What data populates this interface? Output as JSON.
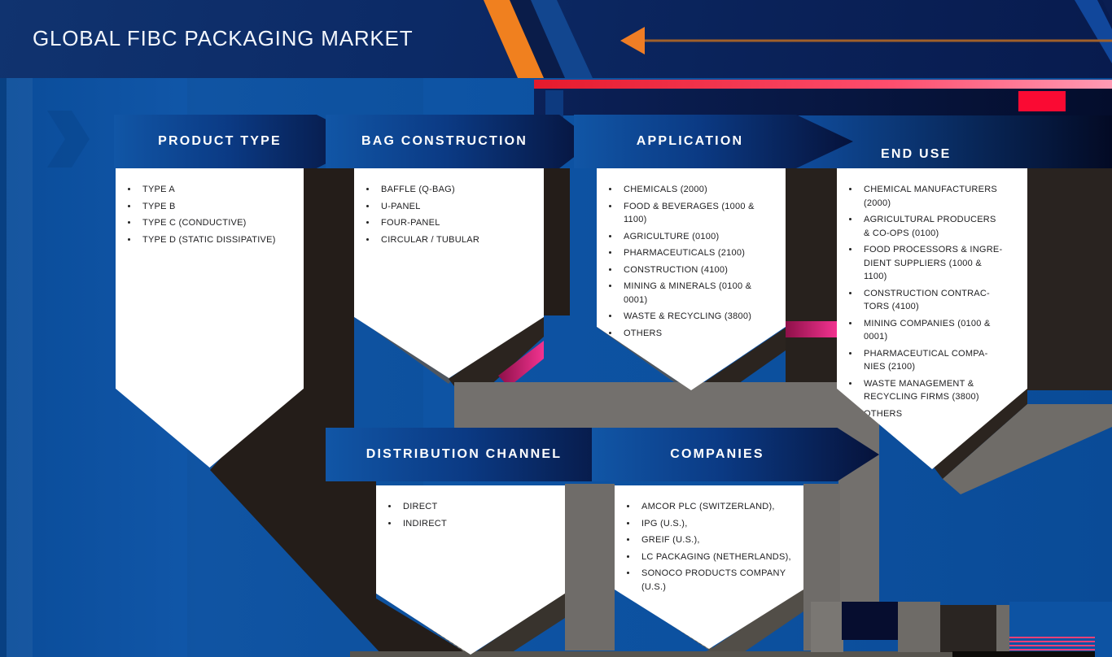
{
  "header": {
    "title": "GLOBAL FIBC PACKAGING MARKET"
  },
  "sections": {
    "product_type": {
      "title": "PRODUCT TYPE",
      "items": [
        "TYPE A",
        "TYPE B",
        "TYPE C (CONDUCTIVE)",
        "TYPE D (STATIC DISSIPATIVE)"
      ]
    },
    "bag_construction": {
      "title": "BAG CONSTRUCTION",
      "items": [
        "BAFFLE (Q-BAG)",
        "U-PANEL",
        "FOUR-PANEL",
        "CIRCULAR / TUBULAR"
      ]
    },
    "application": {
      "title": "APPLICATION",
      "items": [
        "CHEMICALS (2000)",
        "FOOD & BEVERAGES (1000 &\n1100)",
        "AGRICULTURE (0100)",
        "PHARMACEUTICALS (2100)",
        "CONSTRUCTION (4100)",
        "MINING & MINERALS (0100 &\n0001)",
        "WASTE & RECYCLING (3800)",
        "OTHERS"
      ]
    },
    "end_use": {
      "title": "END USE",
      "items": [
        "CHEMICAL MANUFACTURERS\n(2000)",
        "AGRICULTURAL PRODUCERS\n& CO-OPS (0100)",
        "FOOD PROCESSORS & INGRE-\nDIENT SUPPLIERS (1000 &\n1100)",
        "CONSTRUCTION CONTRAC-\nTORS (4100)",
        "MINING COMPANIES (0100 &\n0001)",
        "PHARMACEUTICAL COMPA-\nNIES (2100)",
        "WASTE MANAGEMENT &\nRECYCLING FIRMS (3800)",
        "OTHERS"
      ]
    },
    "distribution_channel": {
      "title": "DISTRIBUTION CHANNEL",
      "items": [
        "DIRECT",
        "INDIRECT"
      ]
    },
    "companies": {
      "title": "COMPANIES",
      "items": [
        "AMCOR PLC (SWITZERLAND),",
        "IPG (U.S.),",
        " GREIF (U.S.),",
        "LC PACKAGING (NETHERLANDS),",
        "SONOCO PRODUCTS COMPANY\n(U.S.)"
      ]
    }
  },
  "colors": {
    "background_blue": "#0d53a3",
    "banner_navy": "#06123a",
    "accent_orange": "#f0801f",
    "accent_red": "#fa0a33",
    "accent_pink_bar": "#ff4e6e",
    "accent_magenta": "#f23390",
    "shadow_dark": "#241d19",
    "shadow_gray": "#73706d"
  }
}
